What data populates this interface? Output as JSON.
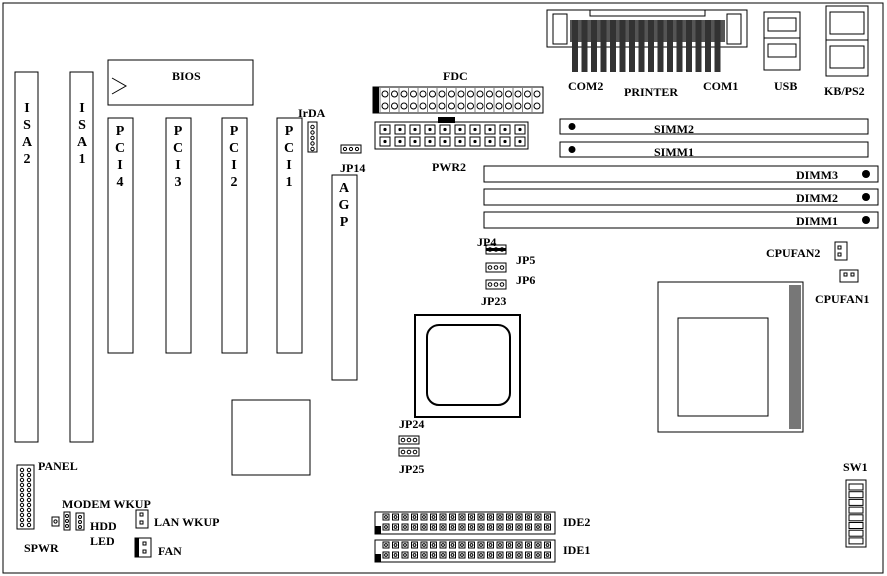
{
  "labels": {
    "bios": "BIOS",
    "fdc": "FDC",
    "irda": "IrDA",
    "jp14": "JP14",
    "pwr2": "PWR2",
    "com2": "COM2",
    "printer": "PRINTER",
    "com1": "COM1",
    "usb": "USB",
    "kbps2": "KB/PS2",
    "simm2": "SIMM2",
    "simm1": "SIMM1",
    "dimm3": "DIMM3",
    "dimm2": "DIMM2",
    "dimm1": "DIMM1",
    "cpufan2": "CPUFAN2",
    "cpufan1": "CPUFAN1",
    "jp4": "JP4",
    "jp5": "JP5",
    "jp6": "JP6",
    "jp23": "JP23",
    "jp24": "JP24",
    "jp25": "JP25",
    "panel": "PANEL",
    "modem_wkup": "MODEM WKUP",
    "lan_wkup": "LAN WKUP",
    "hdd": "HDD",
    "led": "LED",
    "spwr": "SPWR",
    "fan": "FAN",
    "ide2": "IDE2",
    "ide1": "IDE1",
    "sw1": "SW1"
  },
  "vertical_slots": {
    "isa2": [
      "I",
      "S",
      "A",
      "2"
    ],
    "isa1": [
      "I",
      "S",
      "A",
      "1"
    ],
    "pci4": [
      "P",
      "C",
      "I",
      "4"
    ],
    "pci3": [
      "P",
      "C",
      "I",
      "3"
    ],
    "pci2": [
      "P",
      "C",
      "I",
      "2"
    ],
    "pci1": [
      "P",
      "C",
      "I",
      "1"
    ],
    "agp": [
      "A",
      "G",
      "P"
    ]
  }
}
